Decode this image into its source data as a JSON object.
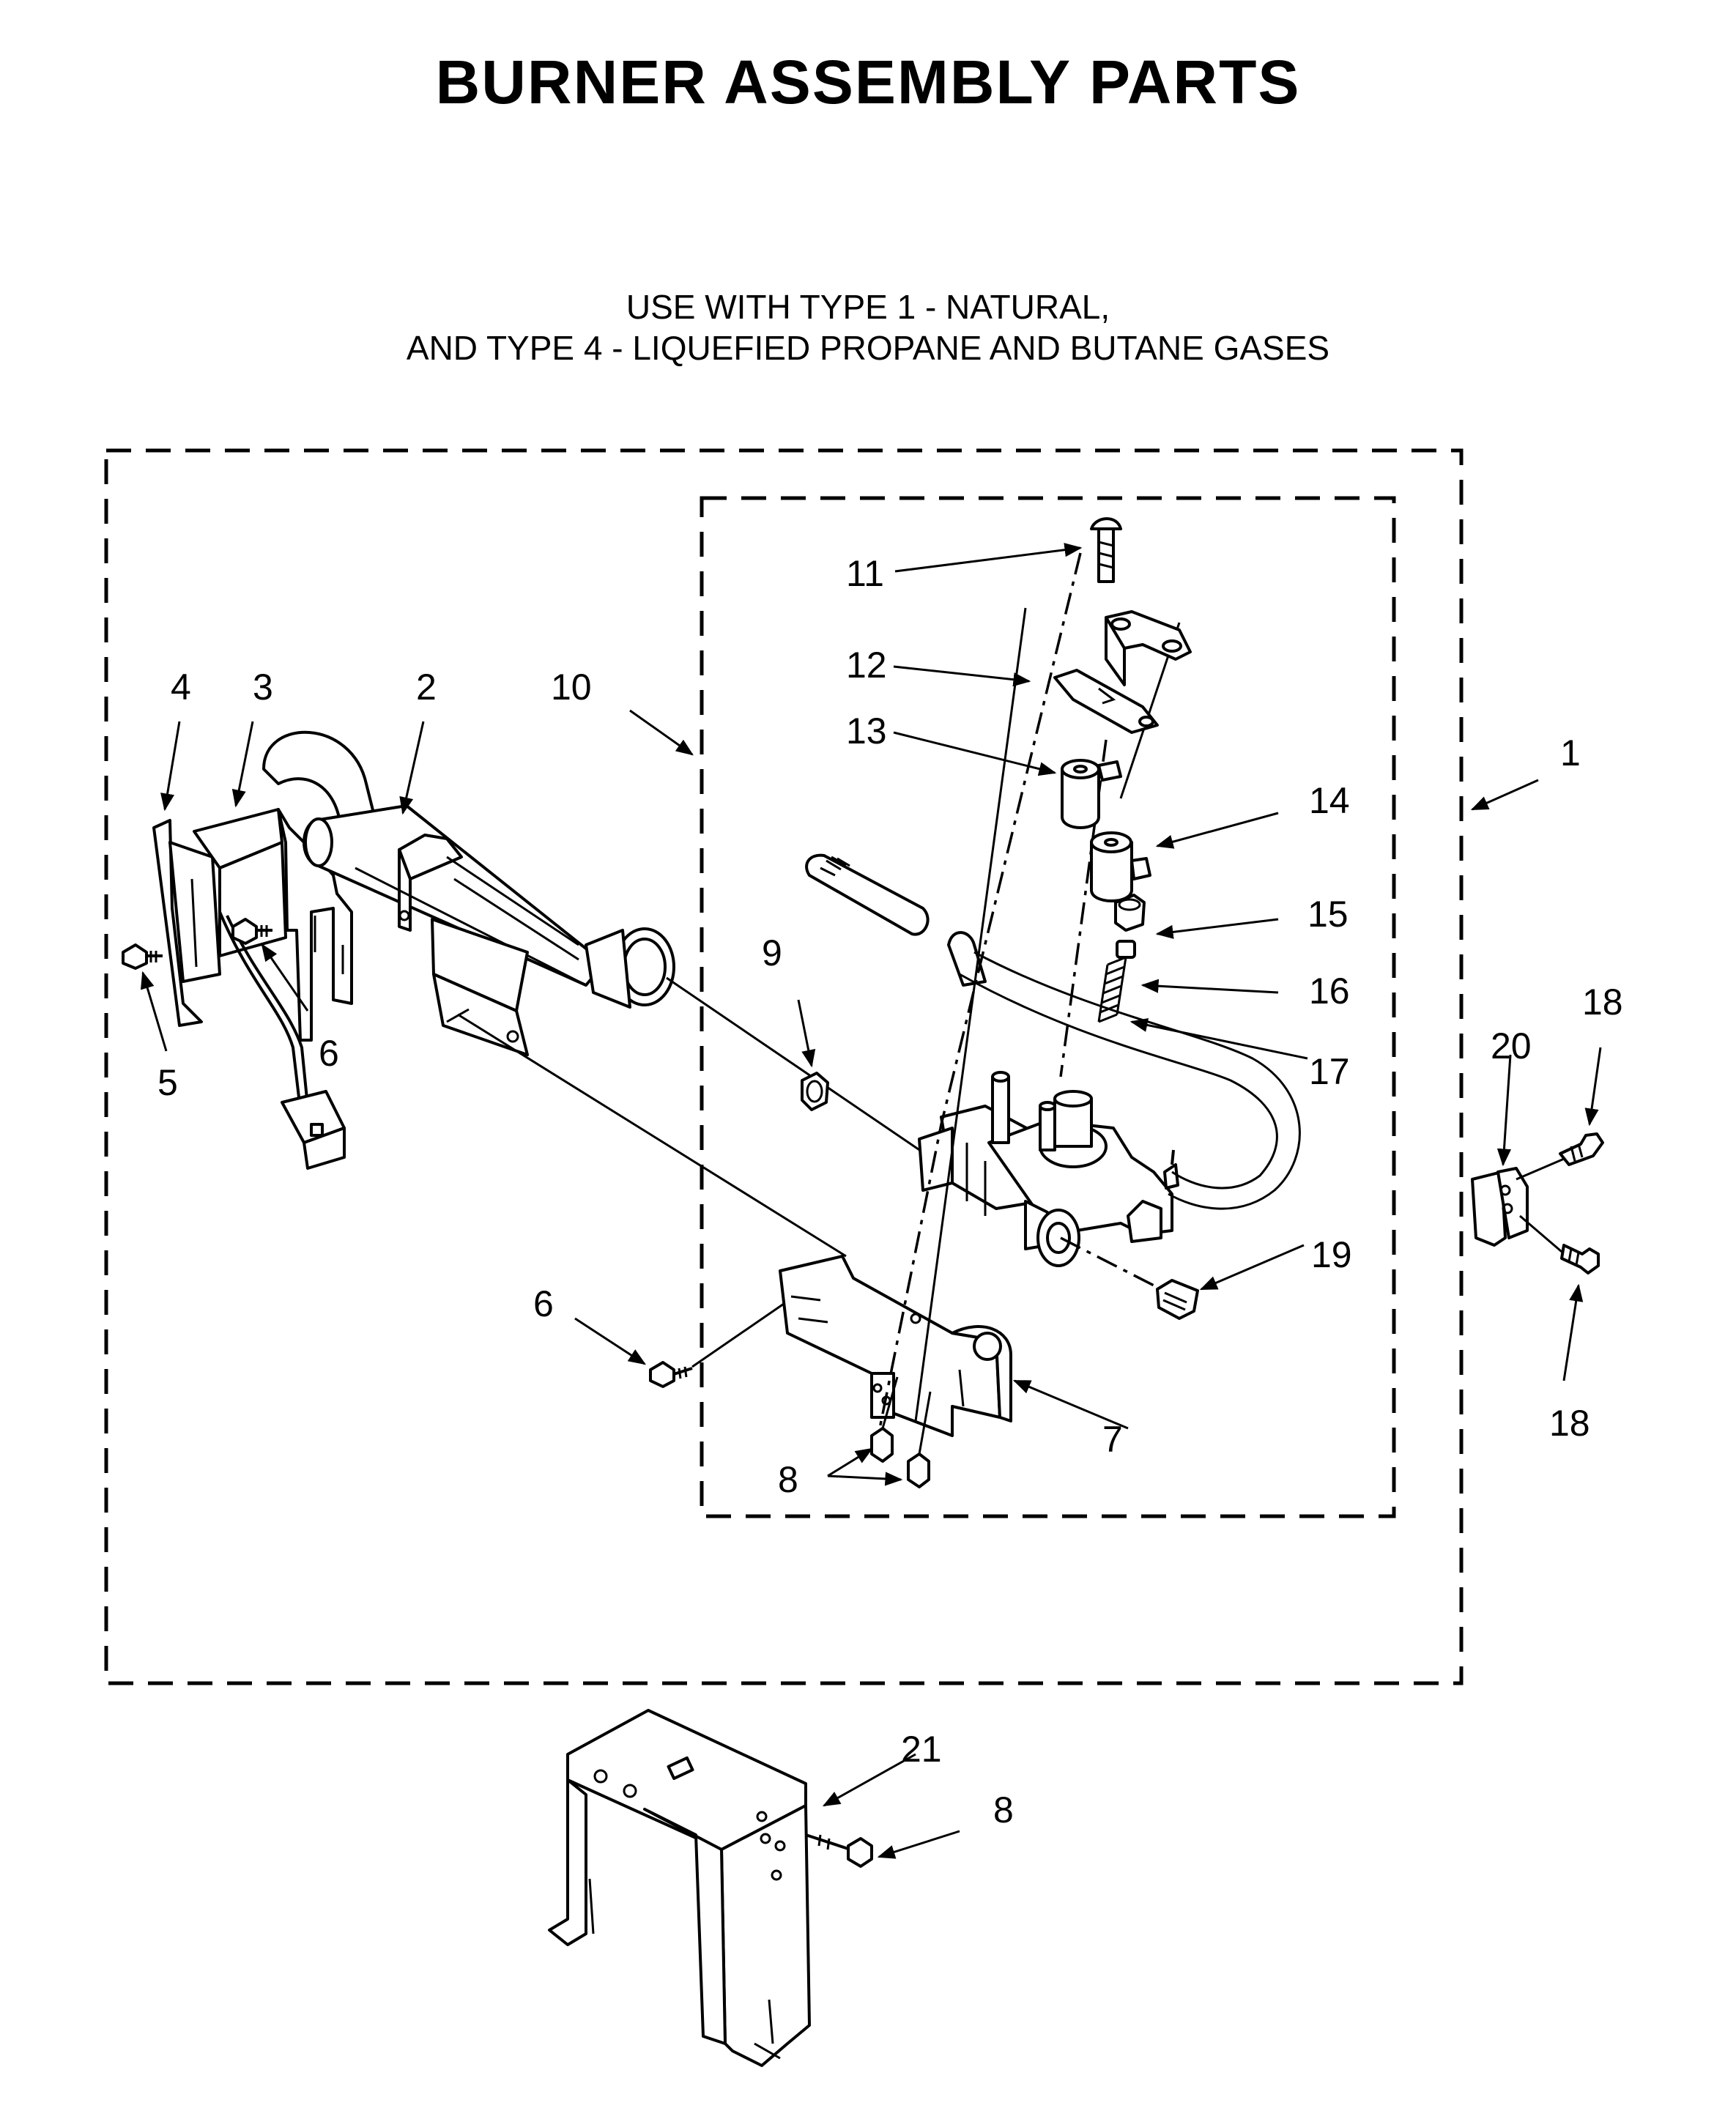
{
  "header": {
    "title": "BURNER ASSEMBLY PARTS",
    "subtitle_line1": "USE WITH TYPE 1 - NATURAL,",
    "subtitle_line2": "AND TYPE 4 - LIQUEFIED PROPANE AND BUTANE GASES"
  },
  "callouts": {
    "c1": "1",
    "c2": "2",
    "c3": "3",
    "c4": "4",
    "c5": "5",
    "c6a": "6",
    "c6b": "6",
    "c7": "7",
    "c8a": "8",
    "c8b": "8",
    "c9": "9",
    "c10": "10",
    "c11": "11",
    "c12": "12",
    "c13": "13",
    "c14": "14",
    "c15": "15",
    "c16": "16",
    "c17": "17",
    "c18a": "18",
    "c18b": "18",
    "c19": "19",
    "c20": "20",
    "c21": "21"
  }
}
